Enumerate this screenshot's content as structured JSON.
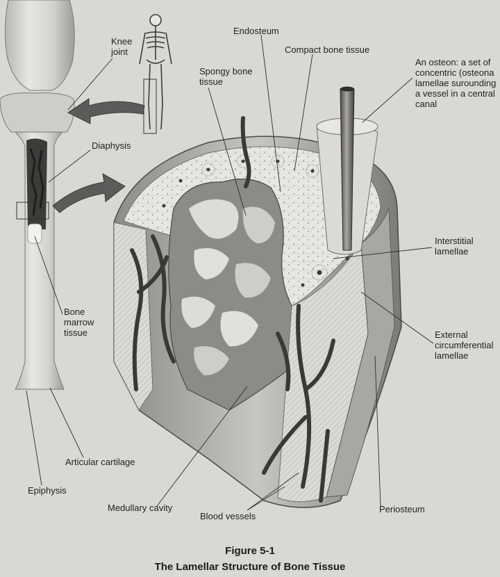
{
  "figure": {
    "number": "Figure 5-1",
    "title": "The Lamellar Structure of Bone Tissue"
  },
  "labels": {
    "knee_joint": "Knee\njoint",
    "endosteum": "Endosteum",
    "compact_bone": "Compact bone tissue",
    "osteon": "An osteon: a set of\nconcentric (osteona\nlamellae surounding\na vessel in a central\ncanal",
    "spongy_bone": "Spongy bone\ntissue",
    "diaphysis": "Diaphysis",
    "interstitial": "Interstitial\nlamellae",
    "bone_marrow": "Bone\nmarrow\ntissue",
    "external_circ": "External\ncircumferential\nlamellae",
    "articular": "Articular cartilage",
    "epiphysis": "Epiphysis",
    "medullary": "Medullary cavity",
    "blood_vessels": "Blood vessels",
    "periosteum": "Periosteum"
  },
  "colors": {
    "background": "#d9d8d5",
    "bone_light": "#e7e5e1",
    "bone_mid": "#b9b7b2",
    "bone_dark": "#6f6d6a",
    "vessel": "#3a3938",
    "line": "#2a2a2a"
  }
}
